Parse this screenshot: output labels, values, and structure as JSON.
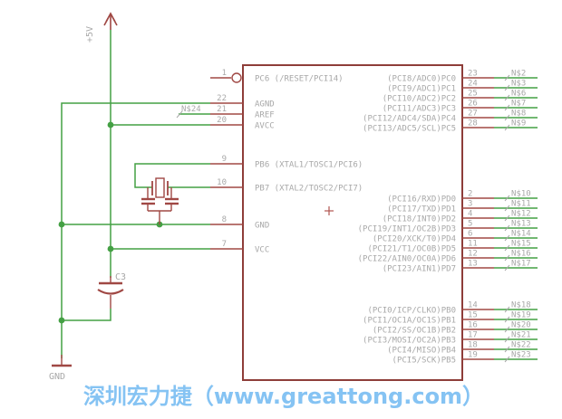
{
  "power": {
    "plus5v_label": "+5V",
    "gnd_label": "GND"
  },
  "components": {
    "capacitor_label": "C3"
  },
  "nets": {
    "aref_net_label": "N$24"
  },
  "watermark": "深圳宏力捷（www.greattong.com）",
  "colors": {
    "wire": "#44a044",
    "device": "#a04844",
    "device_dark": "#8e3d39",
    "label": "#a8a8a8",
    "watermark": "#85c3f3"
  },
  "ic": {
    "left_pins": [
      {
        "num": "1",
        "name": "PC6 (/RESET/PCI14)"
      },
      {
        "num": "22",
        "name": "AGND"
      },
      {
        "num": "21",
        "name": "AREF"
      },
      {
        "num": "20",
        "name": "AVCC"
      },
      {
        "num": "9",
        "name": "PB6 (XTAL1/TOSC1/PCI6)"
      },
      {
        "num": "10",
        "name": "PB7 (XTAL2/TOSC2/PCI7)"
      },
      {
        "num": "8",
        "name": "GND"
      },
      {
        "num": "7",
        "name": "VCC"
      }
    ],
    "right_pins": [
      {
        "num": "23",
        "name": "(PCI8/ADC0)PC0",
        "net": "N$2"
      },
      {
        "num": "24",
        "name": "(PCI9/ADC1)PC1",
        "net": "N$3"
      },
      {
        "num": "25",
        "name": "(PCI10/ADC2)PC2",
        "net": "N$6"
      },
      {
        "num": "26",
        "name": "(PCI11/ADC3)PC3",
        "net": "N$7"
      },
      {
        "num": "27",
        "name": "(PCI12/ADC4/SDA)PC4",
        "net": "N$8"
      },
      {
        "num": "28",
        "name": "(PCI13/ADC5/SCL)PC5",
        "net": "N$9"
      },
      {
        "num": "2",
        "name": "(PCI16/RXD)PD0",
        "net": "N$10"
      },
      {
        "num": "3",
        "name": "(PCI17/TXD)PD1",
        "net": "N$11"
      },
      {
        "num": "4",
        "name": "(PCI18/INT0)PD2",
        "net": "N$12"
      },
      {
        "num": "5",
        "name": "(PCI19/INT1/OC2B)PD3",
        "net": "N$13"
      },
      {
        "num": "6",
        "name": "(PCI20/XCK/T0)PD4",
        "net": "N$14"
      },
      {
        "num": "11",
        "name": "(PCI21/T1/OC0B)PD5",
        "net": "N$15"
      },
      {
        "num": "12",
        "name": "(PCI22/AIN0/OC0A)PD6",
        "net": "N$16"
      },
      {
        "num": "13",
        "name": "(PCI23/AIN1)PD7",
        "net": "N$17"
      },
      {
        "num": "14",
        "name": "(PCI0/ICP/CLKO)PB0",
        "net": "N$18"
      },
      {
        "num": "15",
        "name": "(PCI1/OC1A/OC1S)PB1",
        "net": "N$19"
      },
      {
        "num": "16",
        "name": "(PCI2/SS/OC1B)PB2",
        "net": "N$20"
      },
      {
        "num": "17",
        "name": "(PCI3/MOSI/OC2A)PB3",
        "net": "N$21"
      },
      {
        "num": "18",
        "name": "(PCI4/MISO)PB4",
        "net": "N$22"
      },
      {
        "num": "19",
        "name": "(PCI5/SCK)PB5",
        "net": "N$23"
      }
    ]
  }
}
